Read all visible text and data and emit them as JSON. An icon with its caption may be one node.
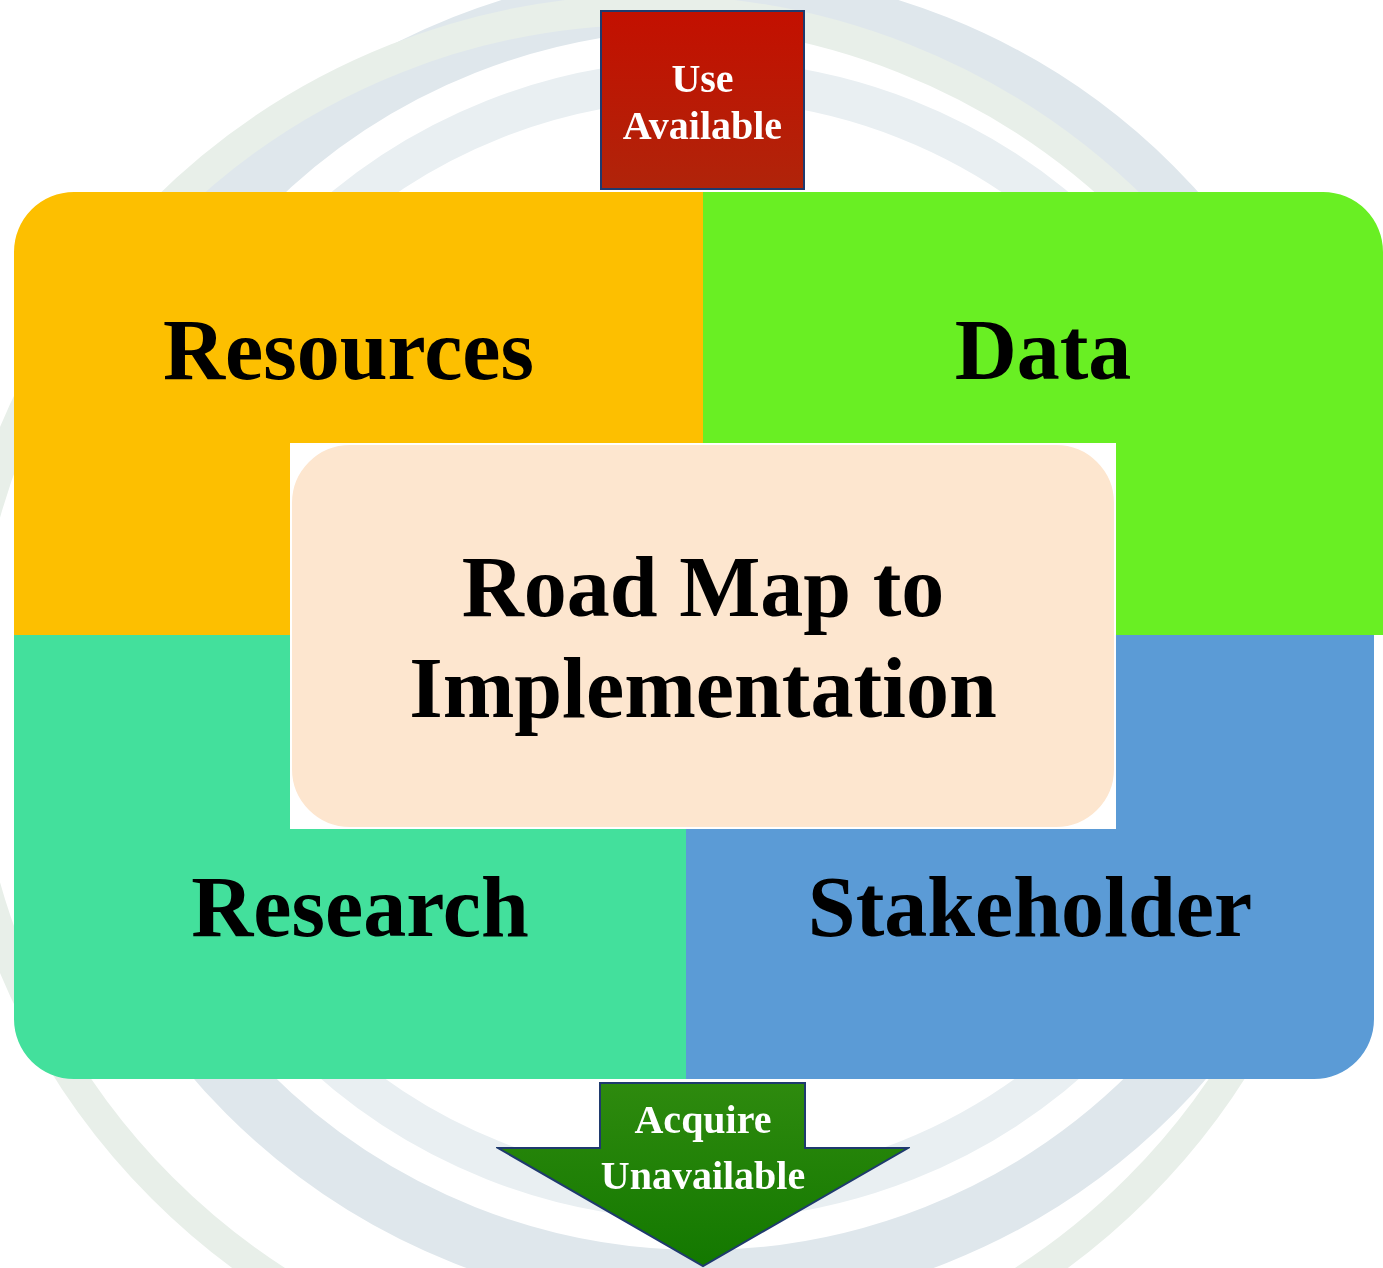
{
  "diagram": {
    "nodes": [
      {
        "text": [
          "Use Available"
        ]
      },
      {
        "text": [
          "Resources"
        ]
      },
      {
        "text": [
          "Data"
        ]
      },
      {
        "text": [
          "Research"
        ]
      },
      {
        "text": [
          "Stakeholder"
        ]
      },
      {
        "text": [
          "Road Map to Implementation"
        ]
      },
      {
        "text": [
          "Acquire Unavailable"
        ]
      }
    ]
  }
}
